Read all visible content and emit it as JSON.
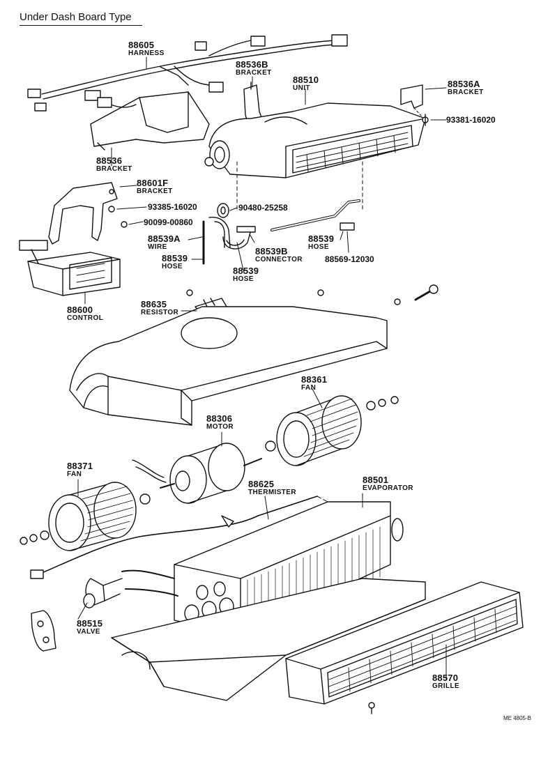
{
  "title": "Under Dash Board Type",
  "colors": {
    "ink": "#111111",
    "paper": "#ffffff",
    "shade": "#444444"
  },
  "parts": {
    "harness": {
      "number": "88605",
      "name": "HARNESS"
    },
    "bracket_88536b": {
      "number": "88536B",
      "name": "BRACKET"
    },
    "unit": {
      "number": "88510",
      "name": "UNIT"
    },
    "bracket_88536a": {
      "number": "88536A",
      "name": "BRACKET"
    },
    "screw_93381": {
      "number": "93381-16020"
    },
    "bracket_88536": {
      "number": "88536",
      "name": "BRACKET"
    },
    "bracket_88601f": {
      "number": "88601F",
      "name": "BRACKET"
    },
    "screw_93385": {
      "number": "93385-16020"
    },
    "grommet_90480": {
      "number": "90480-25258"
    },
    "screw_90099": {
      "number": "90099-00860"
    },
    "wire": {
      "number": "88539A",
      "name": "WIRE"
    },
    "hose_left": {
      "number": "88539",
      "name": "HOSE"
    },
    "connector": {
      "number": "88539B",
      "name": "CONNECTOR"
    },
    "hose_right": {
      "number": "88539",
      "name": "HOSE"
    },
    "clip_88569": {
      "number": "88569-12030"
    },
    "hose_mid": {
      "number": "88539",
      "name": "HOSE"
    },
    "control": {
      "number": "88600",
      "name": "CONTROL"
    },
    "resistor": {
      "number": "88635",
      "name": "RESISTOR"
    },
    "fan_right": {
      "number": "88361",
      "name": "FAN"
    },
    "motor": {
      "number": "88306",
      "name": "MOTOR"
    },
    "fan_left": {
      "number": "88371",
      "name": "FAN"
    },
    "thermister": {
      "number": "88625",
      "name": "THERMISTER"
    },
    "evaporator": {
      "number": "88501",
      "name": "EVAPORATOR"
    },
    "valve": {
      "number": "88515",
      "name": "VALVE"
    },
    "grille": {
      "number": "88570",
      "name": "GRILLE"
    }
  },
  "reference": "ME 4805-B"
}
